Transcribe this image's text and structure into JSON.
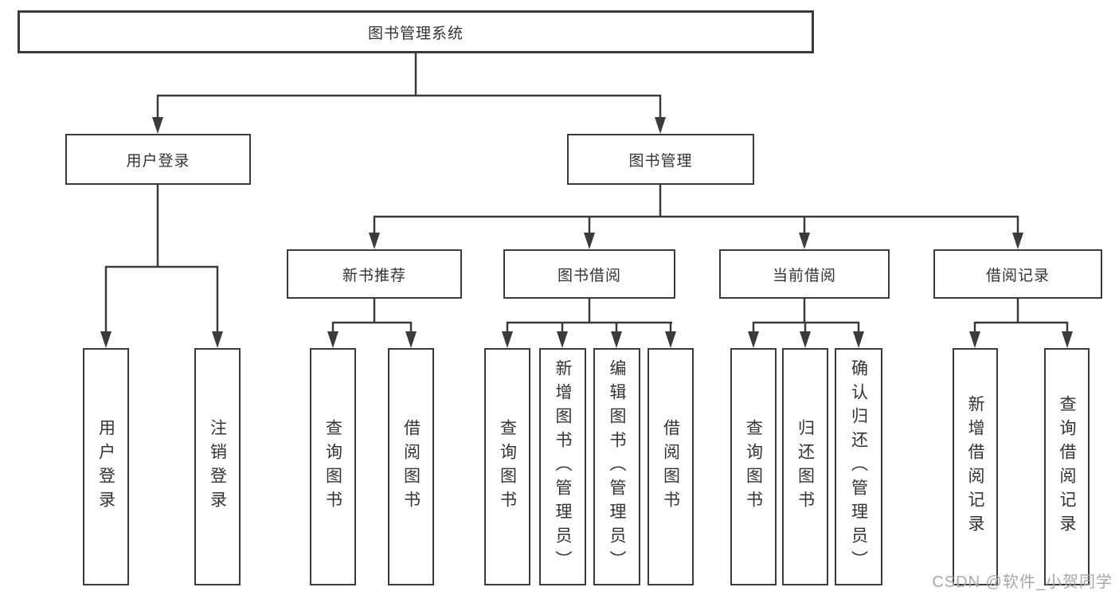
{
  "diagram": {
    "title": "图书管理系统",
    "root": {
      "label": "图书管理系统"
    },
    "level2": [
      {
        "id": "user-login",
        "label": "用户登录"
      },
      {
        "id": "book-management",
        "label": "图书管理"
      }
    ],
    "level3": [
      {
        "id": "new-book-recommend",
        "label": "新书推荐"
      },
      {
        "id": "book-borrow",
        "label": "图书借阅"
      },
      {
        "id": "current-borrow",
        "label": "当前借阅"
      },
      {
        "id": "borrow-records",
        "label": "借阅记录"
      }
    ],
    "leaves": [
      {
        "id": "user-login-leaf",
        "parent": "用户登录",
        "label": "用户登录"
      },
      {
        "id": "logout",
        "parent": "用户登录",
        "label": "注销登录"
      },
      {
        "id": "query-books-1",
        "parent": "新书推荐",
        "label": "查询图书"
      },
      {
        "id": "borrow-books-1",
        "parent": "新书推荐",
        "label": "借阅图书"
      },
      {
        "id": "query-books-2",
        "parent": "图书借阅",
        "label": "查询图书"
      },
      {
        "id": "add-books-admin",
        "parent": "图书借阅",
        "label": "新增图书（管理员）"
      },
      {
        "id": "edit-books-admin",
        "parent": "图书借阅",
        "label": "编辑图书（管理员）"
      },
      {
        "id": "borrow-books-2",
        "parent": "图书借阅",
        "label": "借阅图书"
      },
      {
        "id": "query-books-3",
        "parent": "当前借阅",
        "label": "查询图书"
      },
      {
        "id": "return-books",
        "parent": "当前借阅",
        "label": "归还图书"
      },
      {
        "id": "confirm-return-admin",
        "parent": "当前借阅",
        "label": "确认归还（管理员）"
      },
      {
        "id": "add-borrow-record",
        "parent": "借阅记录",
        "label": "新增借阅记录"
      },
      {
        "id": "query-borrow-record",
        "parent": "借阅记录",
        "label": "查询借阅记录"
      }
    ],
    "colors": {
      "line": "#3b3b3b",
      "border": "#3b3b3b",
      "text": "#333333",
      "background": "#ffffff"
    }
  },
  "watermark": {
    "text": "CSDN @软件_小贺同学",
    "color": "#a8a8a8"
  }
}
